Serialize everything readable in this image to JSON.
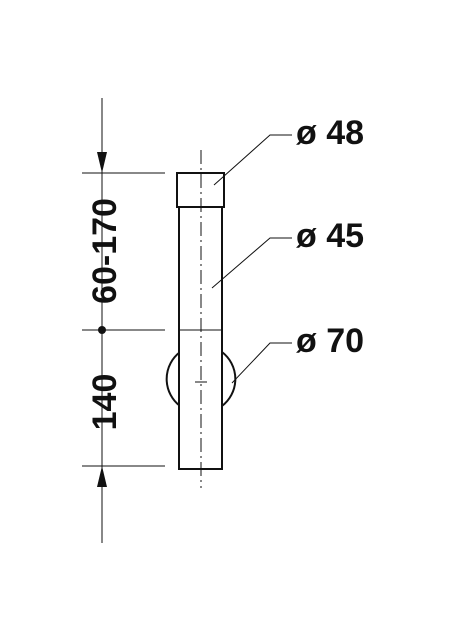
{
  "dimensions": {
    "upper": "60-170",
    "lower": "140"
  },
  "callouts": {
    "cap_diameter": "ø 48",
    "pipe_diameter": "ø 45",
    "flange_diameter": "ø 70"
  },
  "colors": {
    "ink": "#111111",
    "paper": "#ffffff"
  }
}
